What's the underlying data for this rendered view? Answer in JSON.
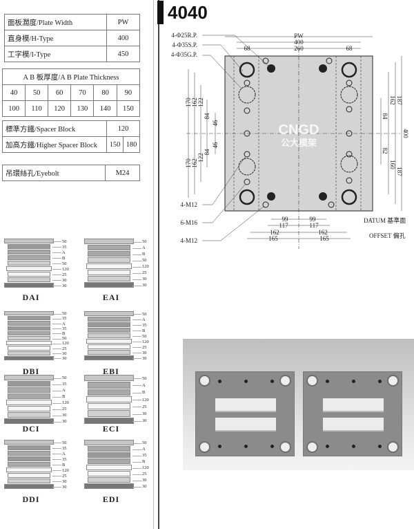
{
  "title": "4040",
  "spec_table": {
    "rows": [
      [
        "面板濶度/Plate Width",
        "PW"
      ],
      [
        "直身模/H-Type",
        "400"
      ],
      [
        "工字模/I-Type",
        "450"
      ]
    ]
  },
  "thickness_table": {
    "header": "A B 板厚度/A B Plate Thickness",
    "row1": [
      "40",
      "50",
      "60",
      "70",
      "80",
      "90"
    ],
    "row2": [
      "100",
      "110",
      "120",
      "130",
      "140",
      "150"
    ]
  },
  "spacer_table": {
    "spacer_label": "標準方鐵/Spacer Block",
    "spacer_value": "120",
    "higher_label": "加高方鐵/Higher Spacer Block",
    "higher_values": [
      "150",
      "180"
    ]
  },
  "eyebolt_table": {
    "label": "吊環絲孔/Eyebolt",
    "value": "M24"
  },
  "drawing": {
    "callouts": [
      "4-Φ25R.P.",
      "4-Φ35S.P.",
      "4-Φ35G.P.",
      "4-M12",
      "6-M16",
      "4-M12",
      "DATUM 基準面",
      "OFFSET 偏孔"
    ],
    "top_dims": [
      "PW",
      "400",
      "68",
      "260",
      "68"
    ],
    "bottom_dims": [
      "99",
      "99",
      "117",
      "117",
      "162",
      "162",
      "165",
      "165"
    ],
    "left_dims": [
      "170",
      "162",
      "122",
      "84",
      "46",
      "46",
      "84",
      "122",
      "162",
      "170"
    ],
    "right_dims": [
      "162",
      "187",
      "84",
      "400",
      "82",
      "160",
      "187"
    ],
    "watermark": [
      "CNGD",
      "公大模架"
    ]
  },
  "molds": [
    {
      "name": "DAI",
      "labels": [
        "50",
        "35",
        "A",
        "B",
        "50",
        "120",
        "25",
        "30",
        "30"
      ]
    },
    {
      "name": "EAI",
      "labels": [
        "50",
        "A",
        "B",
        "50",
        "120",
        "25",
        "30",
        "30"
      ]
    },
    {
      "name": "DBI",
      "labels": [
        "50",
        "35",
        "A",
        "35",
        "B",
        "50",
        "120",
        "25",
        "30",
        "30"
      ]
    },
    {
      "name": "EBI",
      "labels": [
        "50",
        "A",
        "35",
        "B",
        "50",
        "120",
        "25",
        "30",
        "30"
      ]
    },
    {
      "name": "DCI",
      "labels": [
        "50",
        "35",
        "A",
        "B",
        "120",
        "25",
        "30",
        "30"
      ]
    },
    {
      "name": "ECI",
      "labels": [
        "50",
        "A",
        "B",
        "120",
        "25",
        "30",
        "30"
      ]
    },
    {
      "name": "DDI",
      "labels": [
        "50",
        "35",
        "A",
        "35",
        "B",
        "120",
        "25",
        "30",
        "30"
      ]
    },
    {
      "name": "EDI",
      "labels": [
        "50",
        "A",
        "35",
        "B",
        "120",
        "25",
        "30",
        "30"
      ]
    }
  ]
}
